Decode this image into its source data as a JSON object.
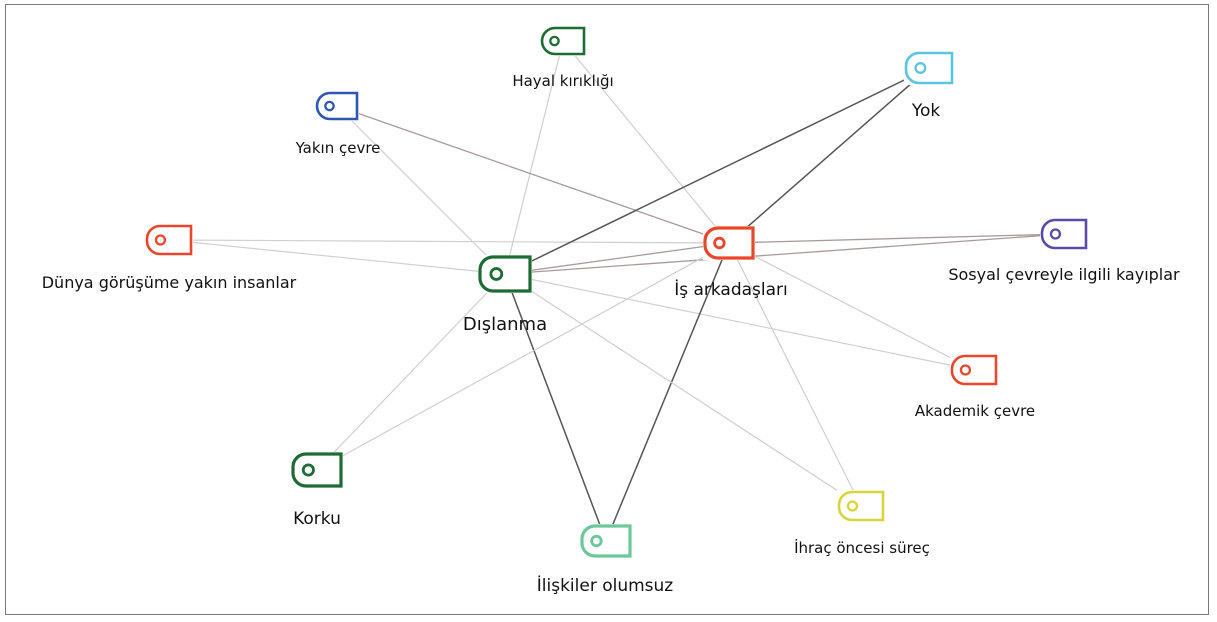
{
  "diagram": {
    "nodes": [
      {
        "id": "hayal",
        "label": "Hayal kırıklığı",
        "color": "#1f6b35"
      },
      {
        "id": "yok",
        "label": "Yok",
        "color": "#5bc4df"
      },
      {
        "id": "yakin",
        "label": "Yakın çevre",
        "color": "#2f56b0"
      },
      {
        "id": "dunya",
        "label": "Dünya görüşüme yakın insanlar",
        "color": "#e8472b"
      },
      {
        "id": "dislanma",
        "label": "Dışlanma",
        "color": "#1f6b35"
      },
      {
        "id": "is",
        "label": "İş arkadaşları",
        "color": "#e8472b"
      },
      {
        "id": "sosyal",
        "label": "Sosyal çevreyle ilgili kayıplar",
        "color": "#5b4aa8"
      },
      {
        "id": "akademik",
        "label": "Akademik çevre",
        "color": "#e8472b"
      },
      {
        "id": "korku",
        "label": "Korku",
        "color": "#1f6b35"
      },
      {
        "id": "iliskiler",
        "label": "İlişkiler olumsuz",
        "color": "#6cc79a"
      },
      {
        "id": "ihrac",
        "label": "İhraç öncesi süreç",
        "color": "#d8d53a"
      }
    ],
    "edges": [
      {
        "from": "hayal",
        "to": "dislanma",
        "strength": "light"
      },
      {
        "from": "hayal",
        "to": "is",
        "strength": "light"
      },
      {
        "from": "yakin",
        "to": "dislanma",
        "strength": "light"
      },
      {
        "from": "yakin",
        "to": "is",
        "strength": "medium"
      },
      {
        "from": "dunya",
        "to": "dislanma",
        "strength": "light"
      },
      {
        "from": "dunya",
        "to": "is",
        "strength": "light"
      },
      {
        "from": "yok",
        "to": "dislanma",
        "strength": "dark"
      },
      {
        "from": "yok",
        "to": "is",
        "strength": "dark"
      },
      {
        "from": "dislanma",
        "to": "is",
        "strength": "medium"
      },
      {
        "from": "dislanma",
        "to": "sosyal",
        "strength": "medium"
      },
      {
        "from": "is",
        "to": "sosyal",
        "strength": "medium"
      },
      {
        "from": "dislanma",
        "to": "akademik",
        "strength": "light"
      },
      {
        "from": "is",
        "to": "akademik",
        "strength": "light"
      },
      {
        "from": "dislanma",
        "to": "korku",
        "strength": "light"
      },
      {
        "from": "dislanma",
        "to": "iliskiler",
        "strength": "dark"
      },
      {
        "from": "is",
        "to": "iliskiler",
        "strength": "dark"
      },
      {
        "from": "dislanma",
        "to": "ihrac",
        "strength": "light"
      },
      {
        "from": "is",
        "to": "ihrac",
        "strength": "light"
      },
      {
        "from": "korku",
        "to": "is",
        "strength": "light"
      }
    ]
  }
}
